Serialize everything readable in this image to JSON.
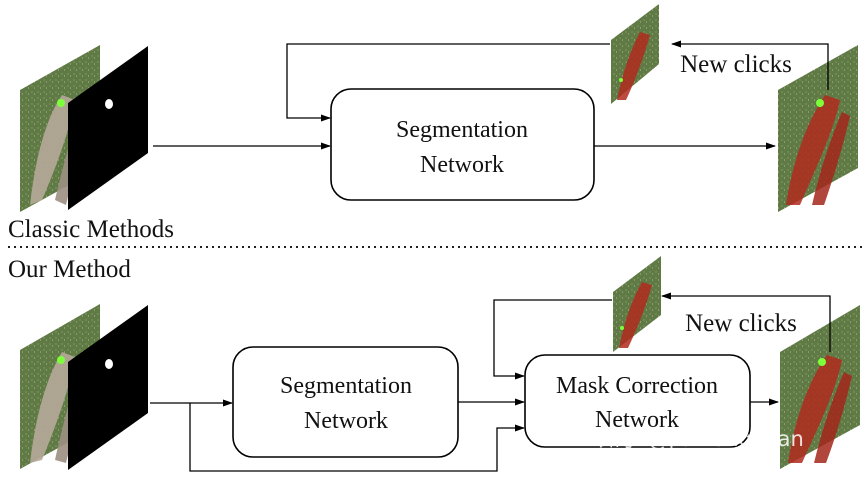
{
  "classic": {
    "section_label": "Classic Methods",
    "network_line1": "Segmentation",
    "network_line2": "Network",
    "feedback_label": "New clicks"
  },
  "ours": {
    "section_label": "Our Method",
    "network_line1": "Segmentation",
    "network_line2": "Network",
    "correction_line1": "Mask Correction",
    "correction_line2": "Network",
    "feedback_label": "New clicks"
  },
  "watermark": "知乎 @jianlongyuan",
  "colors": {
    "click_dot": "#7dff3a",
    "mask_tint": "#b02a1e",
    "grass": "#5f7a45",
    "line": "#000000"
  }
}
